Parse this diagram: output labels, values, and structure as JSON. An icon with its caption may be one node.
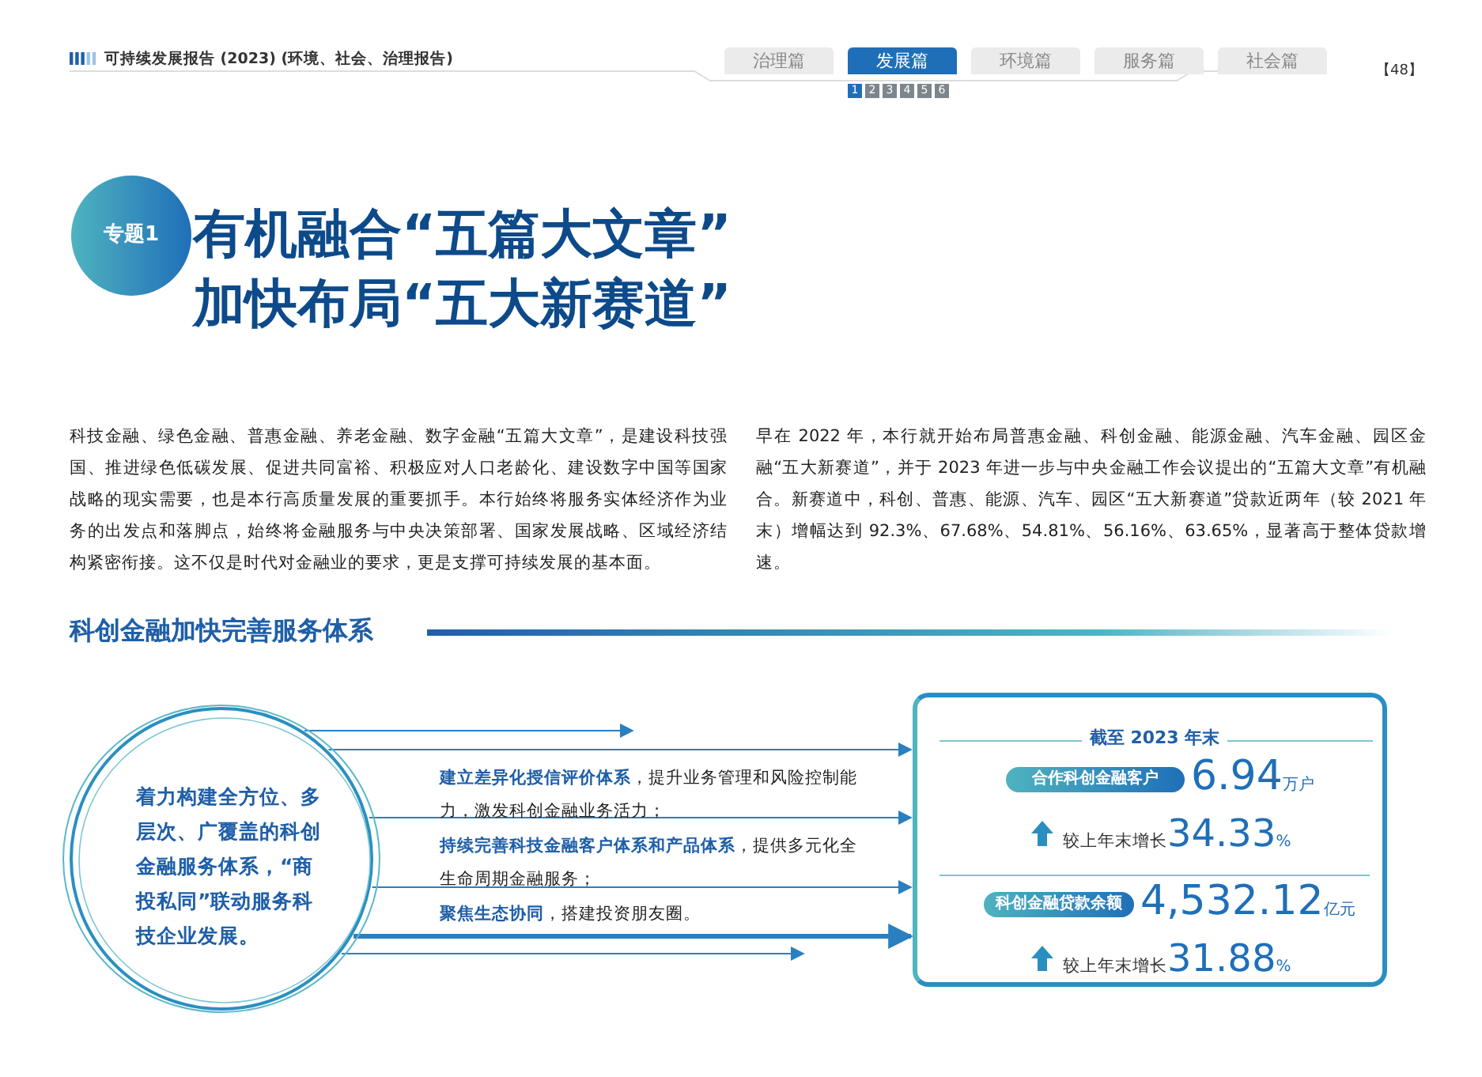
{
  "diagram": {
    "title": "有机融合“五篇大文章” 加快布局“五大新赛道”",
    "nodes": [
      {
        "text": [
          "治理篇"
        ]
      },
      {
        "text": [
          "发展篇"
        ]
      },
      {
        "text": [
          "环境篇"
        ]
      },
      {
        "text": [
          "服务篇"
        ]
      },
      {
        "text": [
          "社会篇"
        ]
      },
      {
        "text": [
          "1"
        ]
      },
      {
        "text": [
          "2"
        ]
      },
      {
        "text": [
          "3"
        ]
      },
      {
        "text": [
          "4"
        ]
      },
      {
        "text": [
          "5"
        ]
      },
      {
        "text": [
          "6"
        ]
      },
      {
        "text": [
          "专题1"
        ]
      },
      {
        "text": [
          "着力构建全方位、多层次、广覆盖的科创金融服务体系，“商投私同”联动服务科技企业发展。"
        ]
      },
      {
        "text": [
          "截至 2023 年末"
        ]
      },
      {
        "text": [
          "合作科创金融客户"
        ],
        "in": 13,
        "beside": [
          "6.94万户",
          "较上年末增长34.33%"
        ]
      },
      {
        "text": [
          "科创金融贷款余额"
        ],
        "in": 13,
        "beside": [
          "4,532.12亿元",
          "较上年末增长31.88%"
        ]
      }
    ],
    "edges": [
      {
        "from": 12,
        "to": null,
        "arrow": "to"
      },
      {
        "from": 12,
        "to": 13,
        "arrow": "to"
      },
      {
        "from": 12,
        "to": 13,
        "arrow": "to"
      },
      {
        "from": 12,
        "to": 13,
        "arrow": "to"
      },
      {
        "from": 12,
        "to": 13,
        "arrow": "to",
        "style": "thick"
      },
      {
        "from": 12,
        "to": null,
        "arrow": "to"
      }
    ],
    "labels": [
      "可持续发展报告 (2023) (环境、社会、治理报告)",
      "【48】",
      "科技金融、绿色金融、普惠金融、养老金融、数字金融“五篇大文章”，是建设科技强国、推进绿色低碳发展、促进共同富裕、积极应对人口老龄化、建设数字中国等国家战略的现实需要，也是本行高质量发展的重要抓手。本行始终将服务实体经济作为业务的出发点和落脚点，始终将金融服务与中央决策部署、国家发展战略、区域经济结构紧密衔接。这不仅是时代对金融业的要求，更是支撑可持续发展的基本面。",
      "早在 2022 年，本行就开始布局普惠金融、科创金融、能源金融、汽车金融、园区金融“五大新赛道”，并于 2023 年进一步与中央金融工作会议提出的“五篇大文章”有机融合。新赛道中，科创、普惠、能源、汽车、园区“五大新赛道”贷款近两年（较 2021 年末）增幅达到 92.3%、67.68%、54.81%、56.16%、63.65%，显著高于整体贷款增速。",
      "科创金融加快完善服务体系",
      "**建立差异化授信评价体系**，提升业务管理和风险控制能力，激发科创金融业务活力；",
      "**持续完善科技金融客户体系和产品体系**，提供多元化全生命周期金融服务；",
      "**聚焦生态协同**，搭建投资朋友圈。"
    ]
  }
}
